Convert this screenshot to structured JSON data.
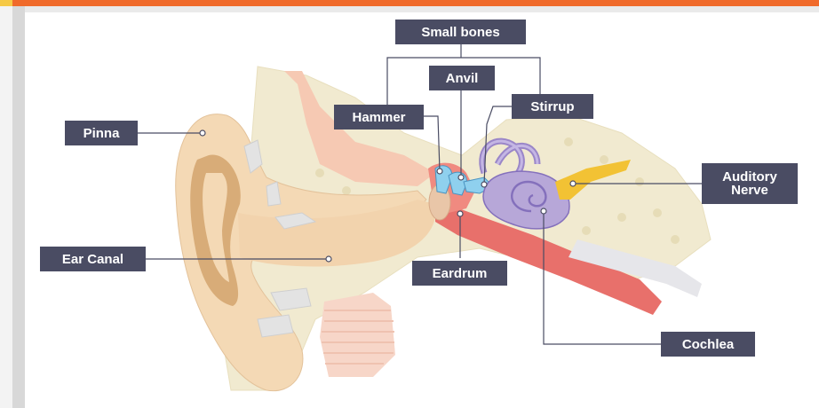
{
  "labels": {
    "small_bones": "Small bones",
    "anvil": "Anvil",
    "hammer": "Hammer",
    "stirrup": "Stirrup",
    "pinna": "Pinna",
    "auditory_nerve_line1": "Auditory",
    "auditory_nerve_line2": "Nerve",
    "ear_canal": "Ear Canal",
    "eardrum": "Eardrum",
    "cochlea": "Cochlea"
  },
  "colors": {
    "label_bg": "#4a4c63",
    "label_text": "#ffffff",
    "accent_bar": "#f06a2a",
    "skin": "#f4d9b5",
    "skin_dark": "#c99a68",
    "bone": "#f1ead0",
    "cochlea": "#b7a7d8",
    "ossicles": "#8fd0ee",
    "tube": "#e8706b",
    "nerve": "#f2c234"
  }
}
